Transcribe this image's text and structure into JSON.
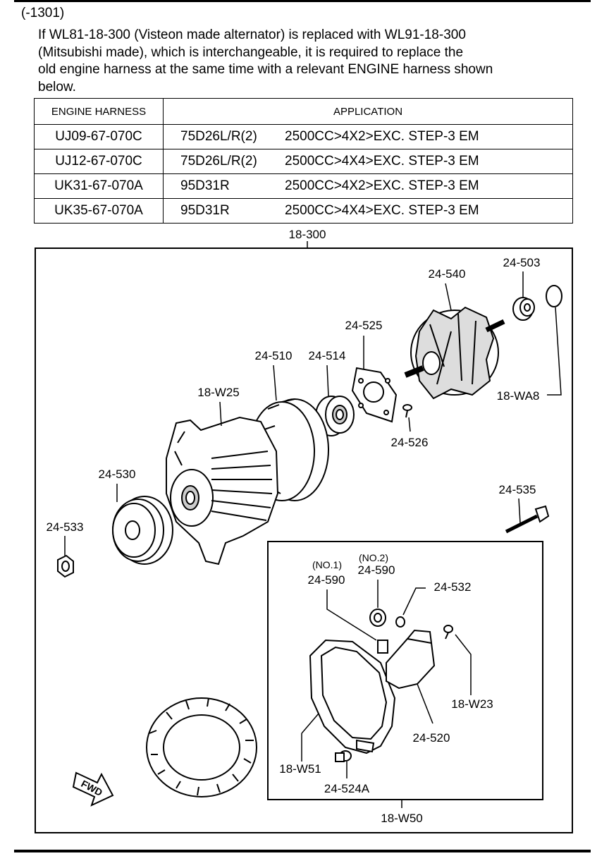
{
  "header": {
    "code": "(-1301)",
    "notice_lines": [
      "If WL81-18-300 (Visteon made alternator) is replaced with WL91-18-300",
      "(Mitsubishi made), which is interchangeable, it is required to replace the",
      "old engine harness at the same time with a relevant ENGINE harness shown",
      "below."
    ]
  },
  "table": {
    "headers": [
      "ENGINE HARNESS",
      "APPLICATION"
    ],
    "rows": [
      {
        "harness": "UJ09-67-070C",
        "battery": "75D26L/R(2)",
        "spec": "2500CC>4X2>EXC. STEP-3 EM"
      },
      {
        "harness": "UJ12-67-070C",
        "battery": "75D26L/R(2)",
        "spec": "2500CC>4X4>EXC. STEP-3 EM"
      },
      {
        "harness": "UK31-67-070A",
        "battery": "95D31R",
        "spec": "2500CC>4X2>EXC. STEP-3 EM"
      },
      {
        "harness": "UK35-67-070A",
        "battery": "95D31R",
        "spec": "2500CC>4X4>EXC. STEP-3 EM"
      }
    ]
  },
  "diagram": {
    "assembly": "18-300",
    "callouts": {
      "c24_540": "24-540",
      "c24_503": "24-503",
      "c24_525": "24-525",
      "c24_510": "24-510",
      "c24_514": "24-514",
      "c18_W25": "18-W25",
      "c18_WA8": "18-WA8",
      "c24_526": "24-526",
      "c24_530": "24-530",
      "c24_535": "24-535",
      "c24_533": "24-533",
      "no1": "(NO.1)",
      "no2": "(NO.2)",
      "c24_590a": "24-590",
      "c24_590b": "24-590",
      "c24_532": "24-532",
      "c18_W23": "18-W23",
      "c24_520": "24-520",
      "c18_W51": "18-W51",
      "c24_524A": "24-524A",
      "c18_W50": "18-W50",
      "fwd": "FWD"
    }
  }
}
